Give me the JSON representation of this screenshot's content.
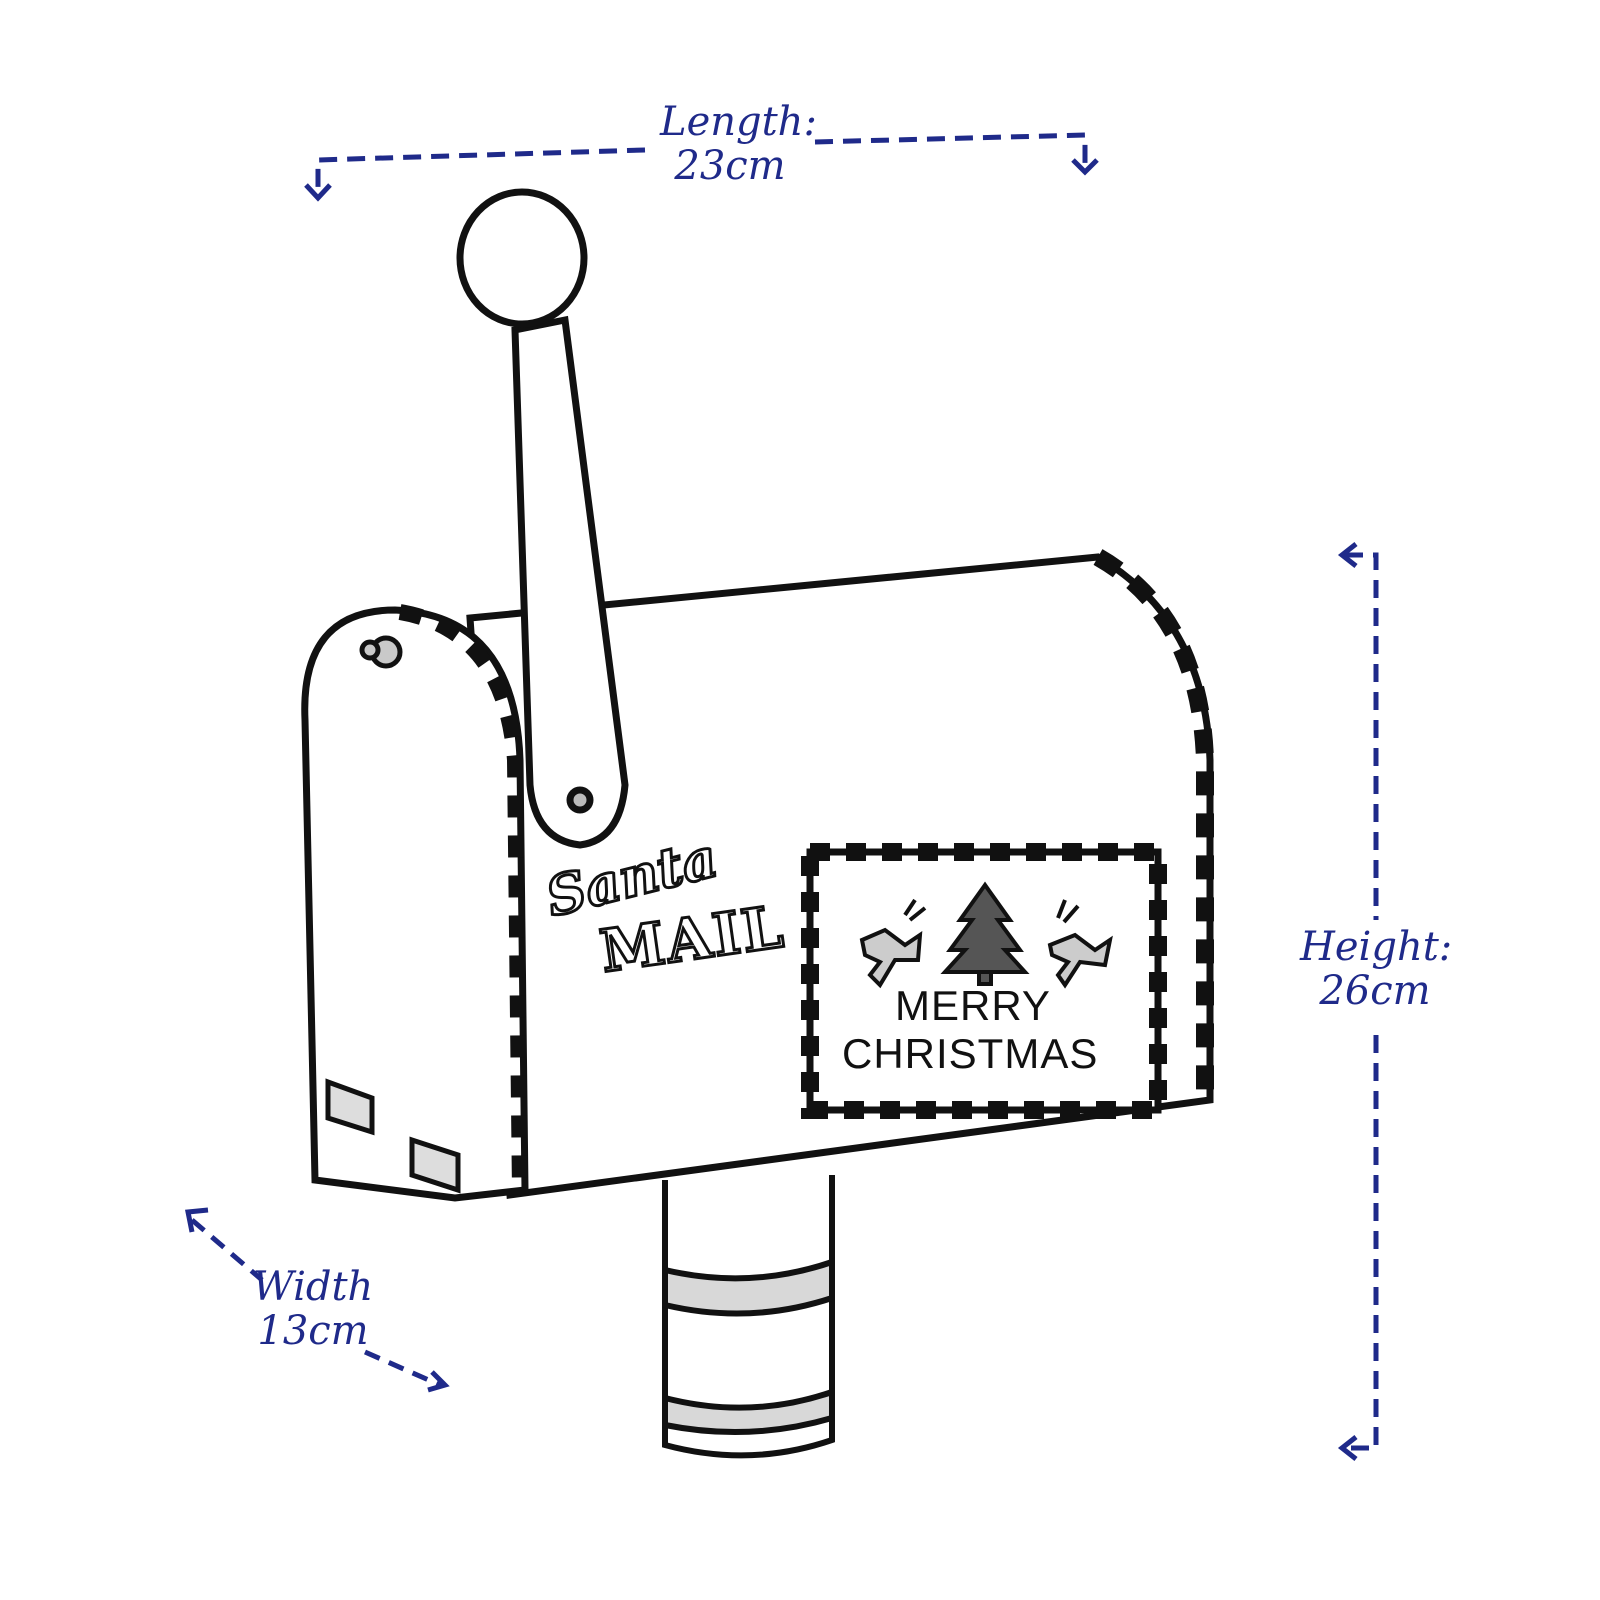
{
  "dimensions": {
    "length": {
      "label": "Length:",
      "value": "23cm"
    },
    "height": {
      "label": "Height:",
      "value": "26cm"
    },
    "width": {
      "label": "Width",
      "value": "13cm"
    }
  },
  "mailbox": {
    "logo_script": "Santa",
    "logo_text": "MAIL",
    "sign_line1": "MERRY",
    "sign_line2": "CHRISTMAS"
  },
  "colors": {
    "dimension": "#1f2a8a",
    "outline": "#111111",
    "background": "#ffffff"
  }
}
